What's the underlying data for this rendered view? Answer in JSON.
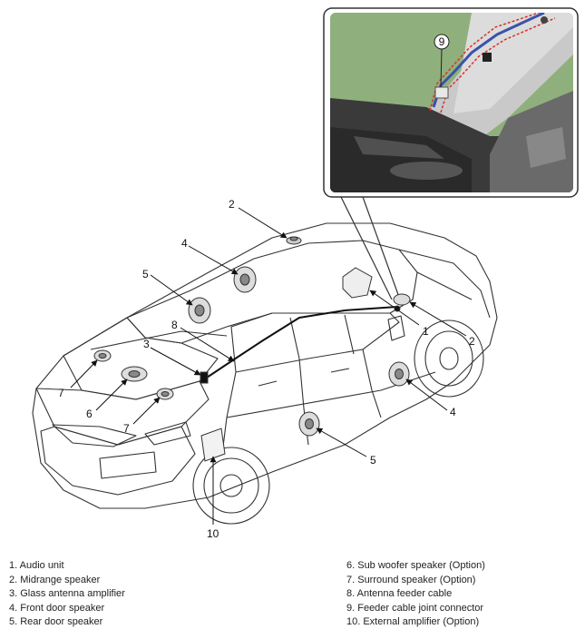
{
  "callouts": {
    "c2_top": "2",
    "c4_top": "4",
    "c5_top": "5",
    "c8": "8",
    "c3": "3",
    "c7_left": "7",
    "c6": "6",
    "c7_right": "7",
    "c1": "1",
    "c2_right": "2",
    "c4_right": "4",
    "c5_bottom": "5",
    "c10": "10",
    "c9_inset": "9"
  },
  "legend": {
    "left": [
      "1. Audio unit",
      "2. Midrange speaker",
      "3. Glass antenna amplifier",
      "4. Front door speaker",
      "5. Rear door speaker"
    ],
    "right": [
      "6. Sub woofer speaker (Option)",
      "7. Surround speaker (Option)",
      "8. Antenna feeder cable",
      "9. Feeder cable joint connector",
      "10. External amplifier (Option)"
    ]
  },
  "colors": {
    "inset_background": "#8fb07c",
    "inset_frame": "#333333",
    "cable_highlight": "#d9302a",
    "cable_blue": "#3a52a8",
    "line_art": "#333333"
  }
}
